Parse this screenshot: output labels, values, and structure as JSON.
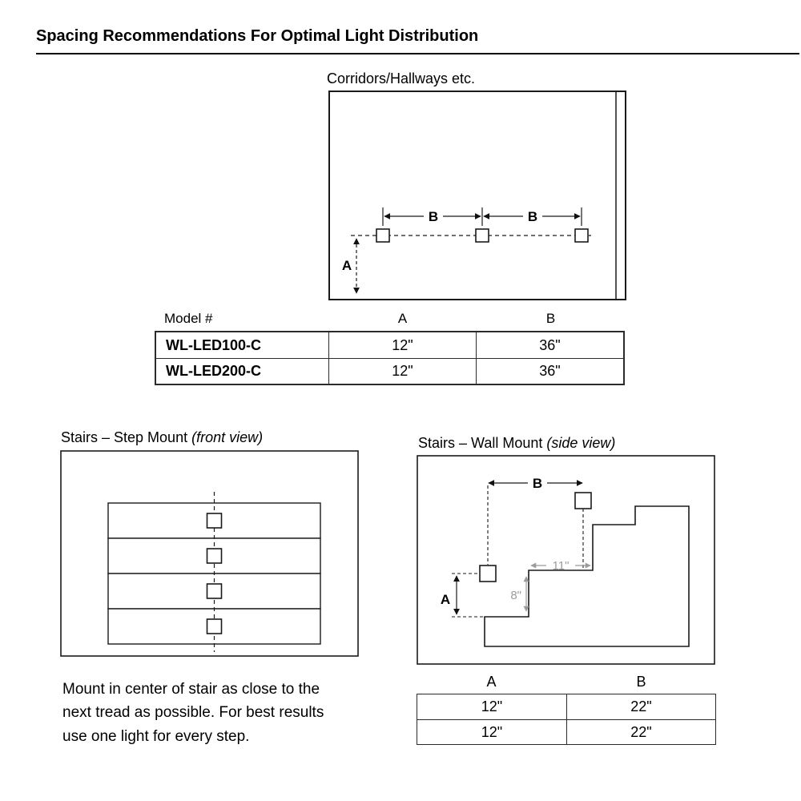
{
  "page_title": "Spacing Recommendations For Optimal Light Distribution",
  "corridor": {
    "label": "Corridors/Hallways etc.",
    "dim_a": "A",
    "dim_b": "B"
  },
  "model_table": {
    "headers": {
      "model": "Model #",
      "a": "A",
      "b": "B"
    },
    "rows": [
      {
        "model": "WL-LED100-C",
        "a": "12\"",
        "b": "36\""
      },
      {
        "model": "WL-LED200-C",
        "a": "12\"",
        "b": "36\""
      }
    ]
  },
  "step_mount": {
    "title": "Stairs – Step Mount ",
    "view": "(front view)",
    "note": "Mount in center of stair as close to the next tread as possible. For best results use one light for every step."
  },
  "wall_mount": {
    "title": "Stairs – Wall Mount ",
    "view": "(side view)",
    "dim_a": "A",
    "dim_b": "B",
    "tread_depth": "11\"",
    "riser_height": "8\""
  },
  "stairs_table": {
    "headers": {
      "a": "A",
      "b": "B"
    },
    "rows": [
      {
        "a": "12\"",
        "b": "22\""
      },
      {
        "a": "12\"",
        "b": "22\""
      }
    ]
  }
}
